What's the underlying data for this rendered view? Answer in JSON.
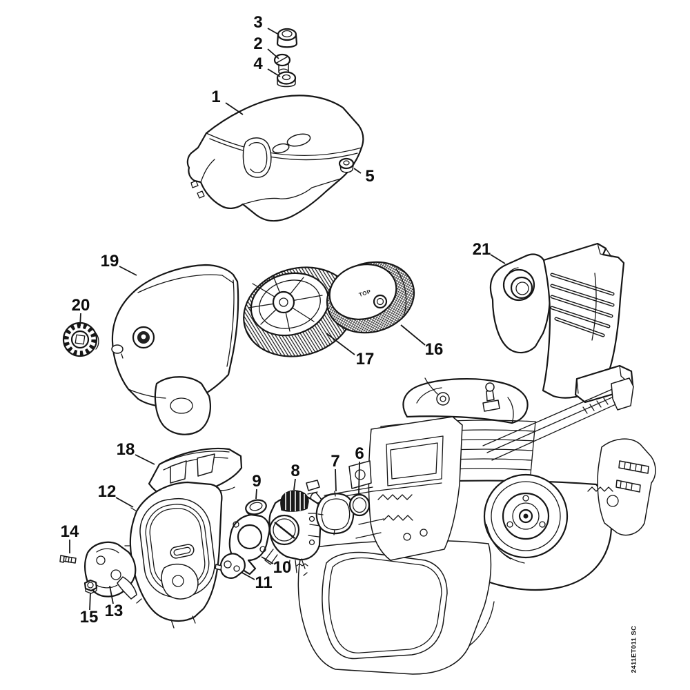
{
  "diagram": {
    "doc_code": "2411ET011 SC",
    "filter_marking": "TOP",
    "callouts": [
      "1",
      "2",
      "3",
      "4",
      "5",
      "6",
      "7",
      "8",
      "9",
      "10",
      "11",
      "12",
      "13",
      "14",
      "15",
      "16",
      "17",
      "18",
      "19",
      "20",
      "21"
    ]
  }
}
